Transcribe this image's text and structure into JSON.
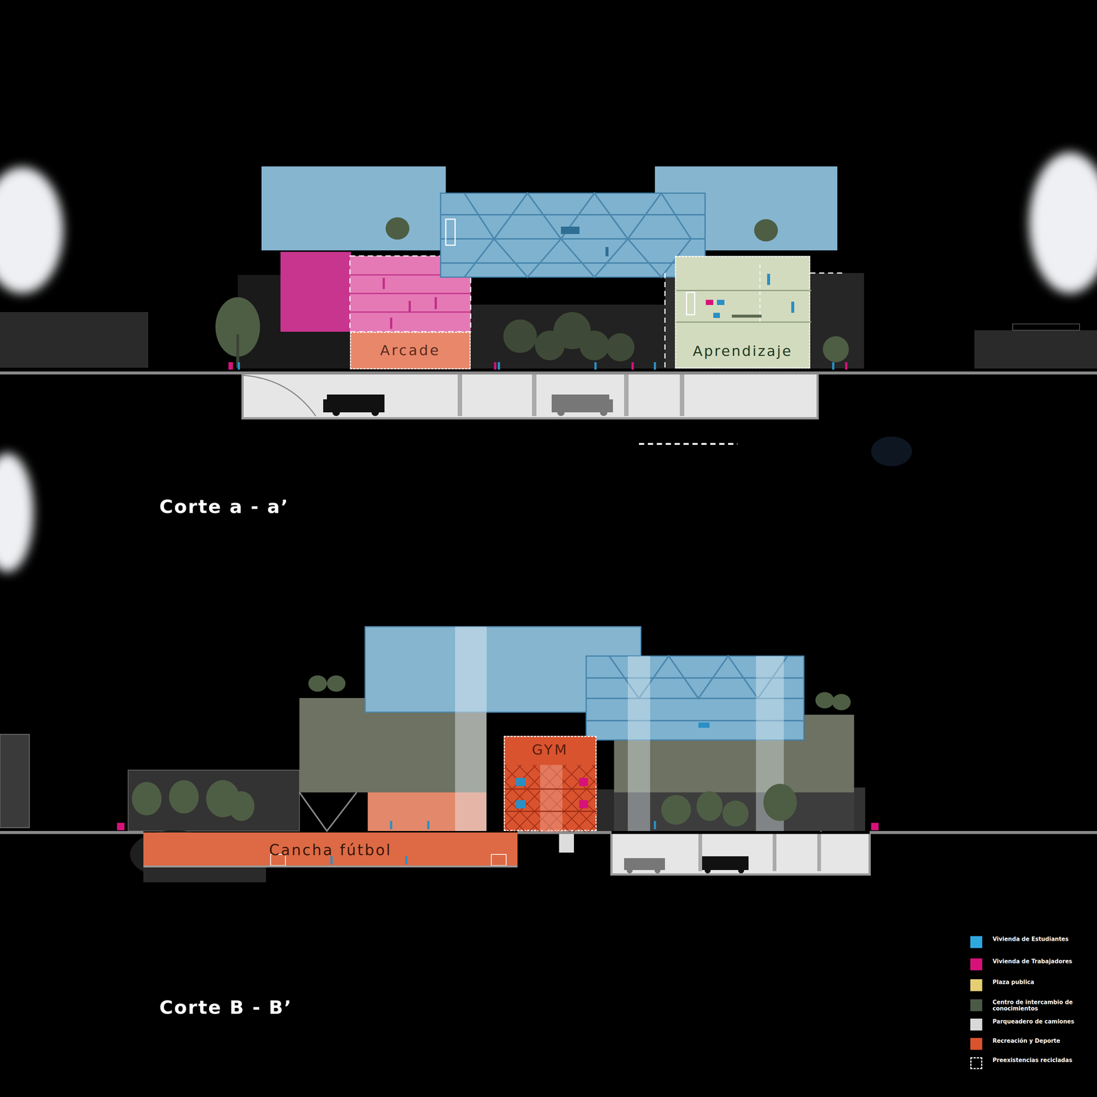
{
  "diagram": {
    "nodes": [
      {
        "text": [
          "Arcade"
        ]
      },
      {
        "text": [
          "Aprendizaje"
        ]
      },
      {
        "text": [
          "GYM"
        ]
      },
      {
        "text": [
          "Cancha fútbol"
        ]
      }
    ],
    "labels": [
      "Corte a - a’",
      "Corte B - B’"
    ],
    "legend": [
      {
        "text": "Vivienda de Estudiantes",
        "color": "#2fa8e0"
      },
      {
        "text": "Vivienda de Trabajadores",
        "color": "#d6127a"
      },
      {
        "text": "Plaza publica",
        "color": "#e6cf73"
      },
      {
        "text": "Centro de intercambio de conocimientos",
        "color": "#4a5a44"
      },
      {
        "text": "Parqueadero de camiones",
        "color": "#d9d9d9"
      },
      {
        "text": "Recreación y Deporte",
        "color": "#d9532f"
      },
      {
        "text": "Preexistencias recicladas"
      }
    ]
  }
}
